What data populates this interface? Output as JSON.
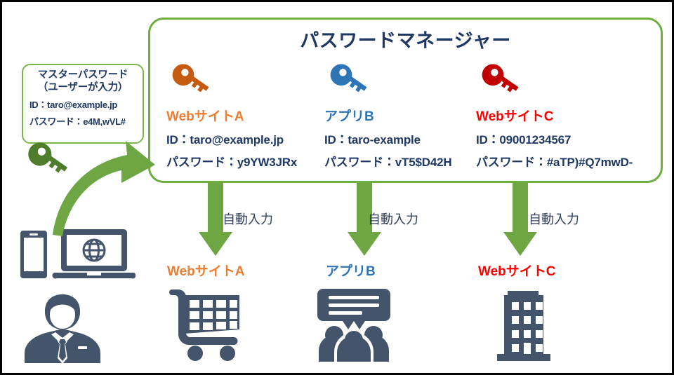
{
  "figure": {
    "title": "パスワードマネージャー",
    "frame_color": "#000000",
    "panel_border_color": "#6cae3f",
    "arrow_color": "#6fa644",
    "text_navy": "#1f3864"
  },
  "master_card": {
    "title_line1": "マスターパスワード",
    "title_line2": "（ユーザーが入力）",
    "id_line": "ID：taro@example.jp",
    "password_line": "パスワード：e4M,wVL#",
    "key_color": "#4e7d2c"
  },
  "credentials": [
    {
      "service": "WebサイトA",
      "service_color": "#ed7d31",
      "key_color": "#c55a11",
      "id_line": "ID：taro@example.jp",
      "password_line": "パスワード：y9YW3JRx"
    },
    {
      "service": "アプリB",
      "service_color": "#2e75b6",
      "key_color": "#2e75b6",
      "id_line": "ID：taro-example",
      "password_line": "パスワード：vT5$D42H"
    },
    {
      "service": "WebサイトC",
      "service_color": "#ff0000",
      "key_color": "#c00000",
      "id_line": "ID：09001234567",
      "password_line": "パスワード：#aTP)#Q7mwD-"
    }
  ],
  "flows": [
    {
      "auto_label": "自動入力",
      "bottom_label": "WebサイトA",
      "bottom_label_color": "#ed7d31",
      "icon": "shopping-cart-icon"
    },
    {
      "auto_label": "自動入力",
      "bottom_label": "アプリB",
      "bottom_label_color": "#2e75b6",
      "icon": "social-chat-group-icon"
    },
    {
      "auto_label": "自動入力",
      "bottom_label": "WebサイトC",
      "bottom_label_color": "#ff0000",
      "icon": "office-building-icon"
    }
  ],
  "user_side": {
    "device_icons": [
      "smartphone-icon",
      "laptop-globe-icon"
    ],
    "person_icon": "businessman-avatar-icon",
    "icon_color": "#44546a"
  }
}
